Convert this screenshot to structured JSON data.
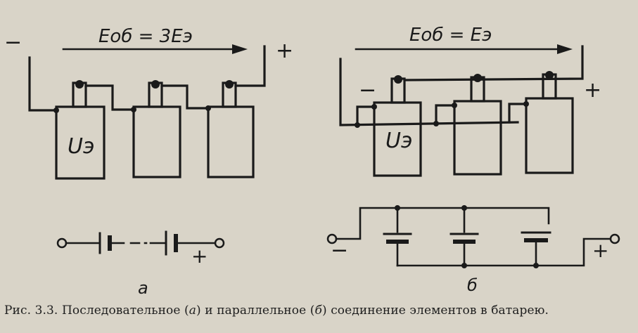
{
  "left": {
    "emf_label": "Eоб = 3Eэ",
    "cell_label": "Uэ",
    "plus": "+",
    "minus": "−",
    "letter": "а"
  },
  "right": {
    "emf_label": "Eоб = Eэ",
    "cell_label": "Uэ",
    "plus": "+",
    "minus": "−",
    "letter": "б"
  },
  "caption": {
    "prefix": "Рис. 3.3. Последовательное (",
    "a": "а",
    "middle": ") и параллельное (",
    "b": "б",
    "suffix": ") соединение элементов в батарею."
  },
  "colors": {
    "ink": "#1a1a1a",
    "paper": "#d9d4c8"
  }
}
